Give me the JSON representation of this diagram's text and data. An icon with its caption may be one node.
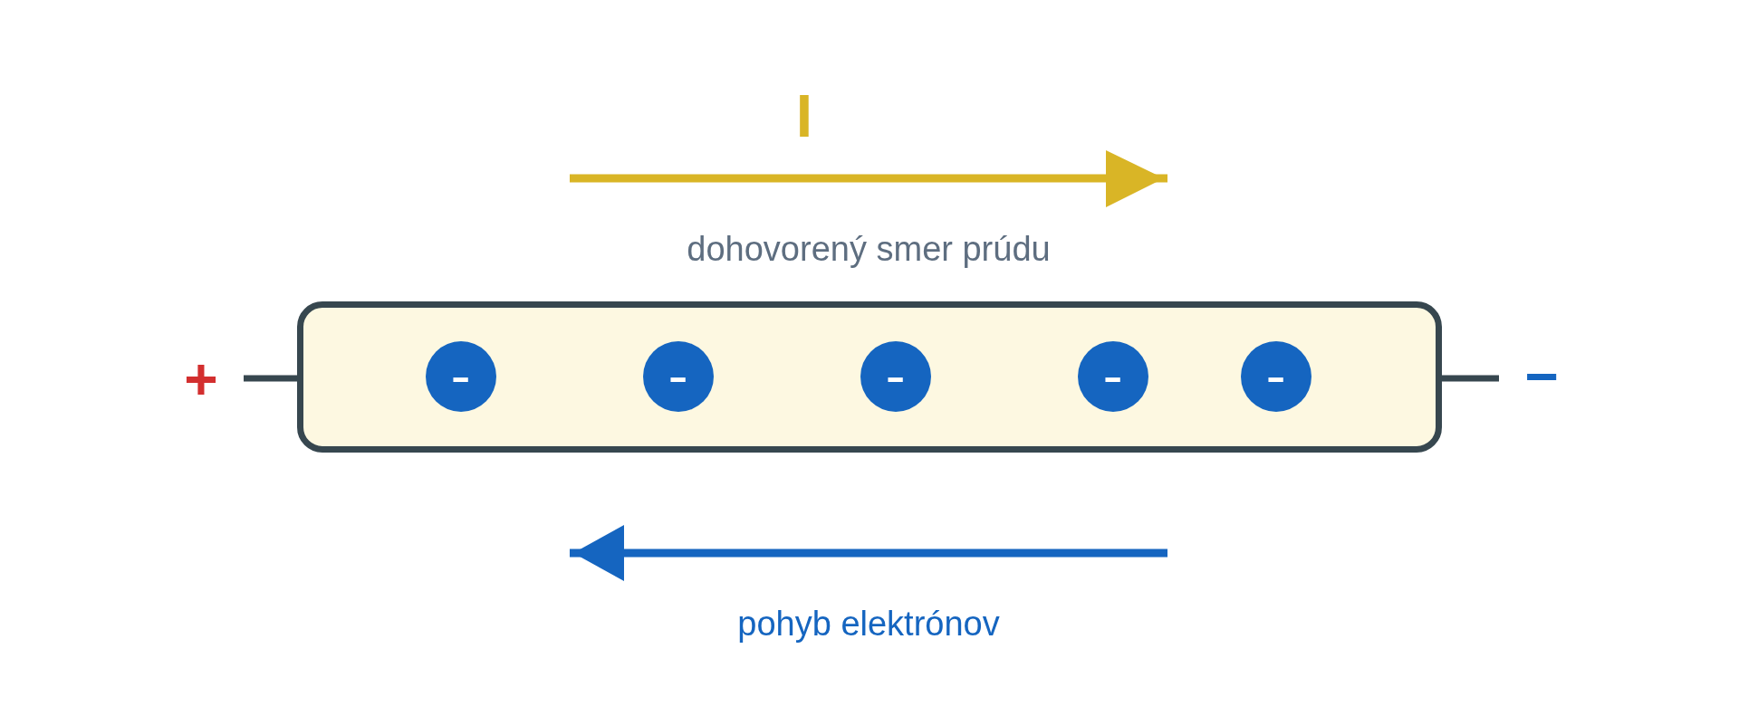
{
  "diagram": {
    "nodes": [
      {
        "text": [],
        "shape": "box"
      },
      {
        "text": [
          "-"
        ],
        "in": 0
      },
      {
        "text": [
          "-"
        ],
        "in": 0
      },
      {
        "text": [
          "-"
        ],
        "in": 0
      },
      {
        "text": [
          "-"
        ],
        "in": 0
      },
      {
        "text": [
          "-"
        ],
        "in": 0
      }
    ],
    "labels": [
      "I",
      "dohovorený smer prúdu",
      "+",
      "−",
      "pohyb elektrónov"
    ]
  }
}
